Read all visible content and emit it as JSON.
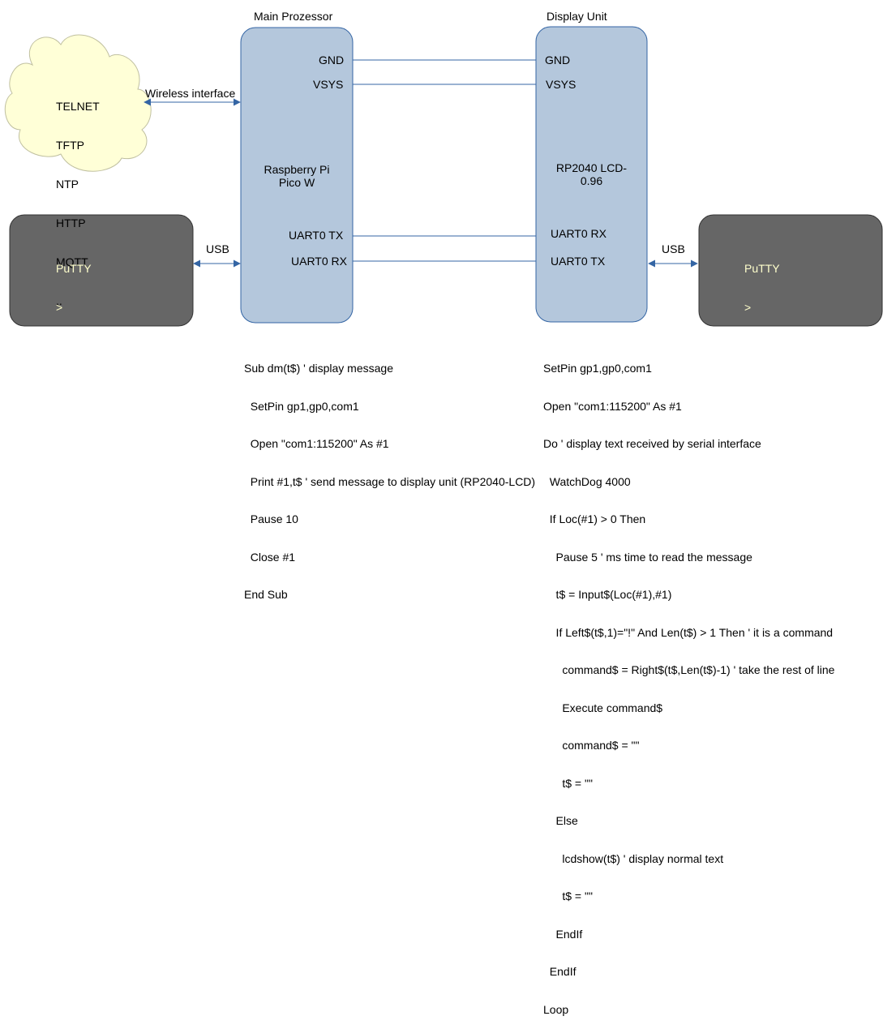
{
  "colors": {
    "box_fill": "#b4c7dc",
    "box_stroke": "#3465a4",
    "cloud_fill": "#ffffd7",
    "cloud_stroke": "#c0c0a0",
    "terminal_fill": "#666666",
    "terminal_stroke": "#333333",
    "terminal_text": "#ffffcc",
    "line": "#3465a4"
  },
  "main": {
    "title": "Main Prozessor",
    "name_line1": "Raspberry Pi",
    "name_line2": "Pico W",
    "pins": {
      "gnd": "GND",
      "vsys": "VSYS",
      "tx": "UART0 TX",
      "rx": "UART0 RX"
    }
  },
  "display": {
    "title": "Display Unit",
    "name_line1": "RP2040 LCD-",
    "name_line2": "0.96",
    "pins": {
      "gnd": "GND",
      "vsys": "VSYS",
      "rx": "UART0 RX",
      "tx": "UART0 TX"
    }
  },
  "cloud": {
    "protocols": [
      "TELNET",
      "TFTP",
      "NTP",
      "HTTP",
      "MQTT",
      ".."
    ]
  },
  "links": {
    "wireless": "Wireless interface",
    "usb_left": "USB",
    "usb_right": "USB"
  },
  "putty_left": {
    "title": "PuTTY",
    "prompt": ">"
  },
  "putty_right": {
    "title": "PuTTY",
    "prompt": ">"
  },
  "code_main": [
    "Sub dm(t$) ' display message",
    "  SetPin gp1,gp0,com1",
    "  Open \"com1:115200\" As #1",
    "  Print #1,t$ ' send message to display unit (RP2040-LCD)",
    "  Pause 10",
    "  Close #1",
    "End Sub"
  ],
  "code_display": [
    "SetPin gp1,gp0,com1",
    "Open \"com1:115200\" As #1",
    "Do ' display text received by serial interface",
    "  WatchDog 4000",
    "  If Loc(#1) > 0 Then",
    "    Pause 5 ' ms time to read the message",
    "    t$ = Input$(Loc(#1),#1)",
    "    If Left$(t$,1)=\"!\" And Len(t$) > 1 Then ' it is a command",
    "      command$ = Right$(t$,Len(t$)-1) ' take the rest of line",
    "      Execute command$",
    "      command$ = \"\"",
    "      t$ = \"\"",
    "    Else",
    "      lcdshow(t$) ' display normal text",
    "      t$ = \"\"",
    "    EndIf",
    "  EndIf",
    "Loop"
  ]
}
